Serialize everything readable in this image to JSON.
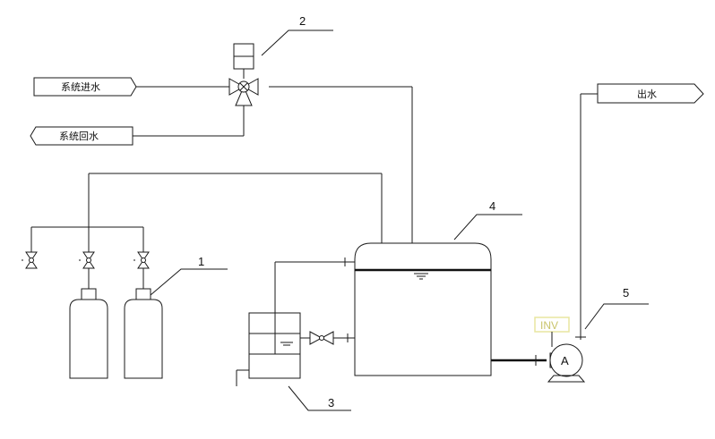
{
  "labels": {
    "system_supply": "系统进水",
    "system_return": "系统回水",
    "outlet": "出水",
    "inv": "INV",
    "pump_letter": "A"
  },
  "callouts": {
    "c1": "1",
    "c2": "2",
    "c3": "3",
    "c4": "4",
    "c5": "5"
  },
  "colors": {
    "line": "#1a1a1a",
    "inv_box": "#e8e6a0",
    "inv_text": "#c9c46a"
  }
}
